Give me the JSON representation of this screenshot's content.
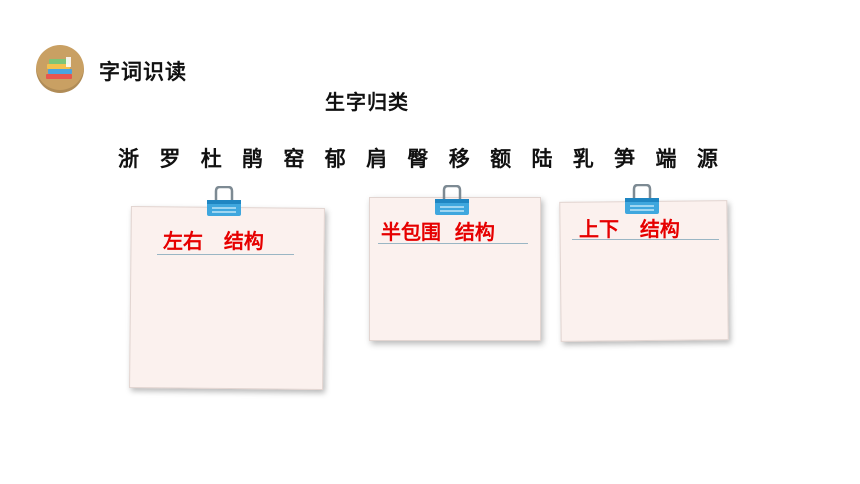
{
  "header": {
    "logo_icon": "books-icon",
    "section_title": "字词识读"
  },
  "subtitle": "生字归类",
  "characters": [
    "浙",
    "罗",
    "杜",
    "鹃",
    "窑",
    "郁",
    "肩",
    "臀",
    "移",
    "额",
    "陆",
    "乳",
    "笋",
    "端",
    "源"
  ],
  "cards": [
    {
      "label": "左右   结构",
      "clip_icon": "binder-clip-icon"
    },
    {
      "label": "半包围  结构",
      "clip_icon": "binder-clip-icon"
    },
    {
      "label": "上下   结构",
      "clip_icon": "binder-clip-icon"
    }
  ],
  "colors": {
    "label": "#e60000",
    "card": "#fbf1ee",
    "clip": "#3fa7de",
    "logo": "#c9a063"
  }
}
